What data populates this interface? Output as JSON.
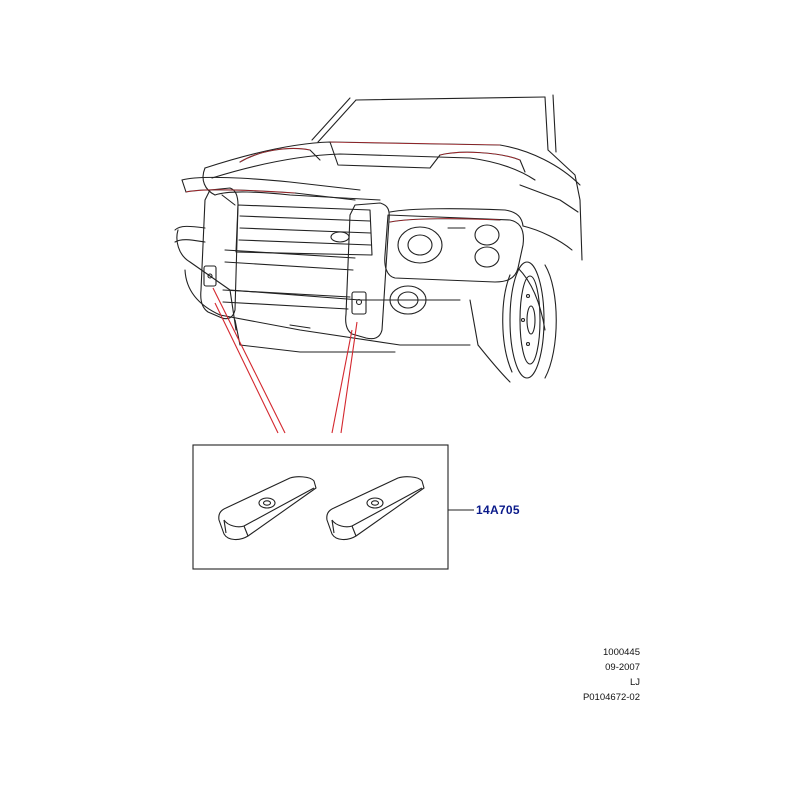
{
  "callout": {
    "part_number": "14A705",
    "label_color": "#0a1a8a",
    "leader_color": "#d4282f"
  },
  "meta": {
    "id": "1000445",
    "date": "09-2007",
    "initials": "LJ",
    "illustration_ref": "P0104672-02"
  },
  "parts_shown": 2
}
